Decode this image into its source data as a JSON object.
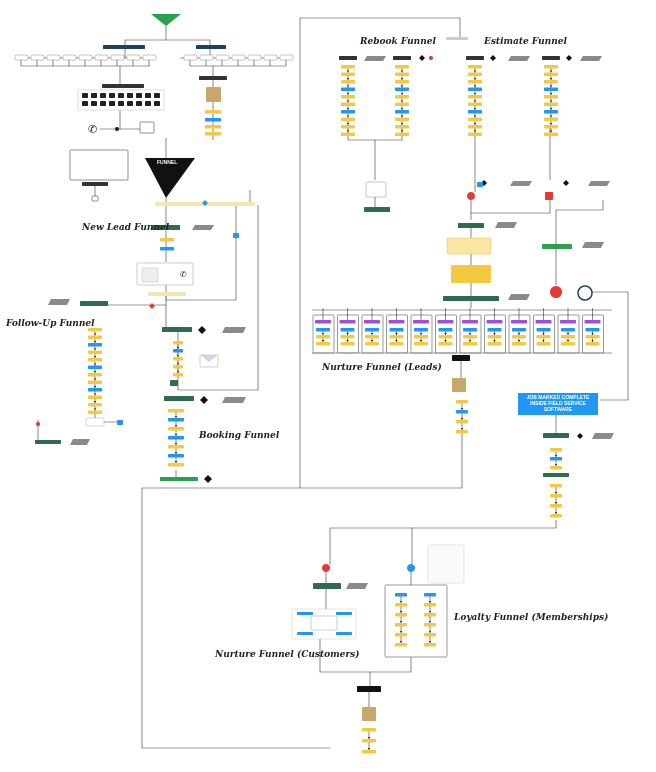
{
  "titles": {
    "new_lead": "New Lead Funnel",
    "follow_up": "Follow-Up Funnel",
    "booking": "Booking Funnel",
    "rebook": "Rebook Funnel",
    "estimate": "Estimate Funnel",
    "nurture_leads": "Nurture Funnel (Leads)",
    "nurture_customers": "Nurture Funnel (Customers)",
    "loyalty": "Loyalty Funnel (Memberships)"
  },
  "labels": {
    "funnel": "FUNNEL",
    "job_marked": "JOB MARKED COMPLETE INSIDE FIELD SERVICE SOFTWARE"
  },
  "colors": {
    "green": "#2e6b4f",
    "yellow": "#f5c842",
    "blue": "#2196f3",
    "navy": "#1f3f66",
    "purple": "#a64dd6",
    "red": "#e53935",
    "black": "#111111"
  }
}
